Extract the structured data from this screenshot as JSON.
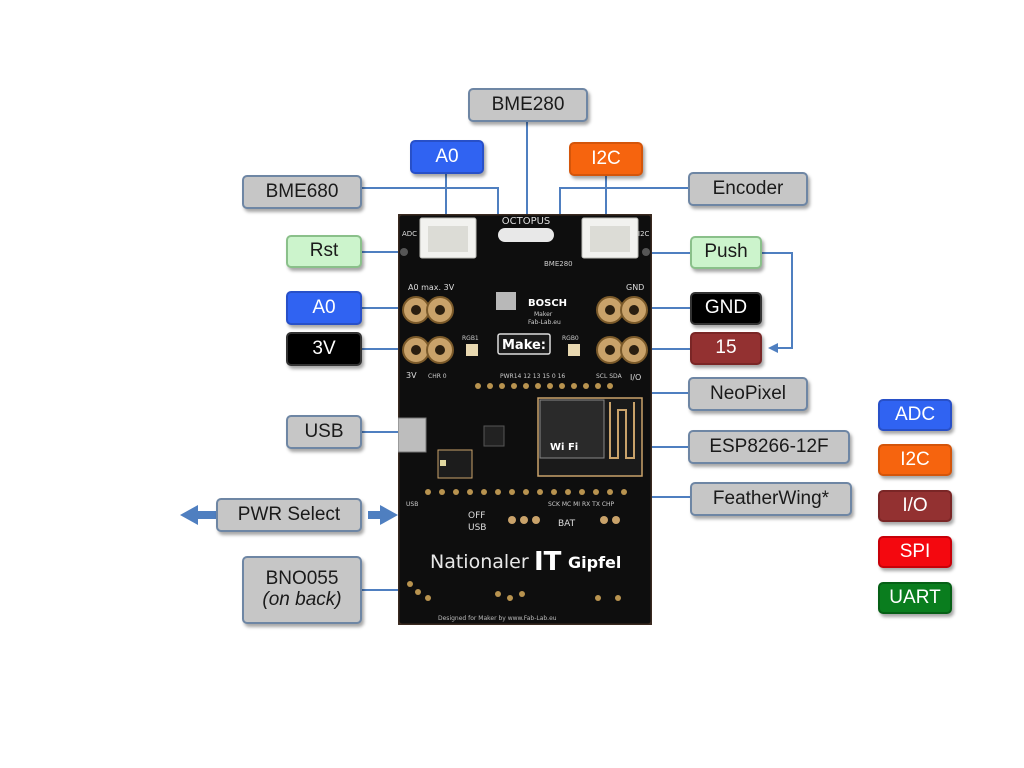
{
  "labels": {
    "bme280": "BME280",
    "a0_top": "A0",
    "i2c_top": "I2C",
    "bme680": "BME680",
    "encoder": "Encoder",
    "rst": "Rst",
    "push": "Push",
    "a0_left": "A0",
    "gnd": "GND",
    "v3": "3V",
    "pin15": "15",
    "neopixel": "NeoPixel",
    "usb": "USB",
    "esp": "ESP8266-12F",
    "pwr_select": "PWR Select",
    "featherwing": "FeatherWing*",
    "bno055": "BNO055",
    "bno055_note": "(on back)"
  },
  "legend": {
    "items": [
      {
        "label": "ADC",
        "color": "#3063f2"
      },
      {
        "label": "I2C",
        "color": "#f6640e"
      },
      {
        "label": "I/O",
        "color": "#933131"
      },
      {
        "label": "SPI",
        "color": "#f4080f"
      },
      {
        "label": "UART",
        "color": "#0a7d1e"
      }
    ]
  },
  "board": {
    "header": "OCTOPUS",
    "adc": "ADC",
    "i2c": "I2C",
    "bme_chip": "BME280",
    "bosch": "BOSCH",
    "maker": "Maker",
    "fablab": "Fab-Lab.eu",
    "a0max": "A0 max. 3V",
    "gnd": "GND",
    "make": "Make:",
    "rgb1": "RGB1",
    "rgb0": "RGB0",
    "v3": "3V",
    "chr": "CHR 0",
    "pwr_row": "PWR14  12 13 15  0 16",
    "scl_sda": "SCL SDA",
    "io": "I/O",
    "wifi": "Wi Fi",
    "usb": "USB",
    "off": "OFF",
    "usb2": "USB",
    "bat": "BAT",
    "row_labels": "SCK MC MI RX TX CHP",
    "nationaler": "Nationaler",
    "it": "IT",
    "gipfel": "Gipfel",
    "footer": "Designed for Maker by www.Fab-Lab.eu"
  }
}
